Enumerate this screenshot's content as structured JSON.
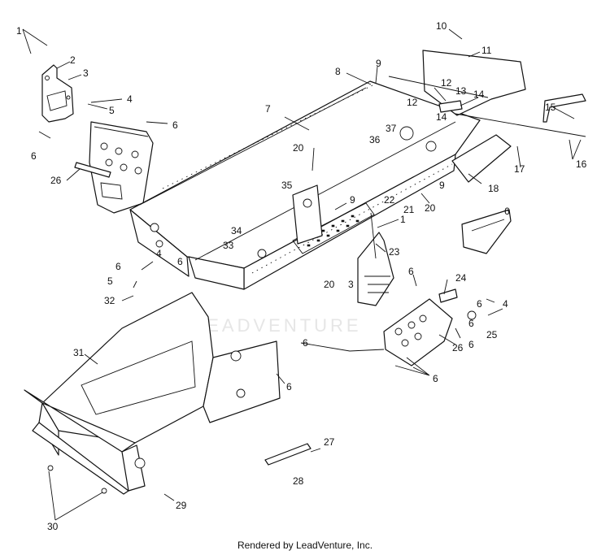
{
  "diagram": {
    "watermark": "LEADVENTURE",
    "credit": "Rendered by LeadVenture, Inc.",
    "callouts": [
      "1",
      "2",
      "3",
      "4",
      "5",
      "6",
      "7",
      "8",
      "9",
      "10",
      "11",
      "12",
      "13",
      "14",
      "15",
      "16",
      "17",
      "18",
      "20",
      "21",
      "22",
      "23",
      "24",
      "25",
      "26",
      "27",
      "28",
      "29",
      "30",
      "31",
      "32",
      "33",
      "34",
      "35",
      "36",
      "37"
    ]
  }
}
